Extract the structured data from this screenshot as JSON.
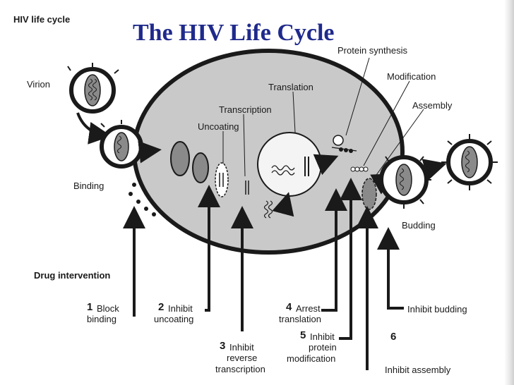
{
  "header": {
    "small_title": "HIV life cycle",
    "main_title": "The HIV Life Cycle"
  },
  "stages": {
    "virion": "Virion",
    "binding": "Binding",
    "uncoating": "Uncoating",
    "transcription": "Transcription",
    "translation": "Translation",
    "protein_synthesis": "Protein synthesis",
    "modification": "Modification",
    "assembly": "Assembly",
    "budding": "Budding"
  },
  "drug_intervention": {
    "heading": "Drug intervention",
    "items": [
      {
        "number": "1",
        "line1": "Block",
        "line2": "binding"
      },
      {
        "number": "2",
        "line1": "Inhibit",
        "line2": "uncoating"
      },
      {
        "number": "3",
        "line1": "Inhibit",
        "line2": "reverse",
        "line3": "transcription"
      },
      {
        "number": "4",
        "line1": "Arrest",
        "line2": "translation"
      },
      {
        "number": "5",
        "line1": "Inhibit",
        "line2": "protein",
        "line3": "modification"
      },
      {
        "number": "6",
        "line1": ""
      }
    ],
    "inhibit_budding": "Inhibit budding",
    "inhibit_assembly": "Inhibit assembly"
  },
  "colors": {
    "title": "#1f2a8c",
    "cell_fill": "#c9c9c9",
    "nucleus_fill": "#f4f4f4",
    "ink": "#1a1a1a"
  }
}
